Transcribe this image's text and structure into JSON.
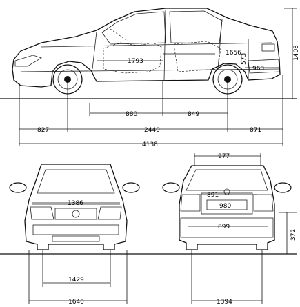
{
  "dimensions": {
    "side_view": {
      "front_overhang": "827",
      "wheelbase": "2440",
      "rear_overhang": "871",
      "overall_length": "4138",
      "front_axle_to_b_pillar": "880",
      "b_pillar_to_rear_axle": "849",
      "interior_length": "1793",
      "rear_cabin": "1656",
      "trunk_length": "963",
      "rear_height": "573",
      "overall_height": "1408"
    },
    "front_view": {
      "front_width_upper": "1386",
      "front_track": "1429",
      "overall_width": "1640"
    },
    "rear_view": {
      "roof_width": "977",
      "rear_window_lower": "891",
      "trunk_lid_width": "980",
      "bumper_width": "899",
      "load_sill_height": "372",
      "rear_track": "1394"
    }
  }
}
